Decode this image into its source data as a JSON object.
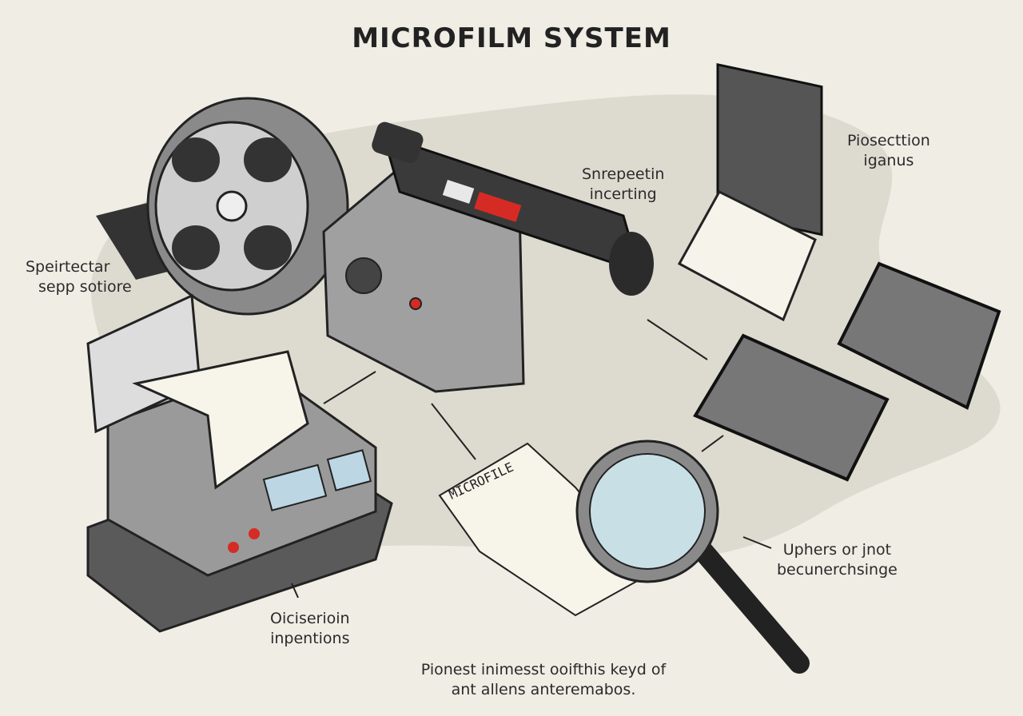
{
  "title": "MICROFILM SYSTEM",
  "labels": {
    "storage": [
      "Speirtectar",
      "sepp sotiore"
    ],
    "inspecting": [
      "Snrepeetin",
      "incerting"
    ],
    "projection": [
      "Piosecttion",
      "iganus"
    ],
    "reader": [
      "Uphers or jnot",
      "becunerchsinge"
    ],
    "printer": [
      "Oiciserioin",
      "inpentions"
    ],
    "caption": [
      "Pionest inimesst ooifthis keyd of",
      "ant allens anteremabos."
    ]
  },
  "document_heading": "MICROFILE",
  "colors": {
    "background": "#efede4",
    "blob": "#dddbd0",
    "device": "#8d8d8d",
    "accent": "#d62b24"
  }
}
